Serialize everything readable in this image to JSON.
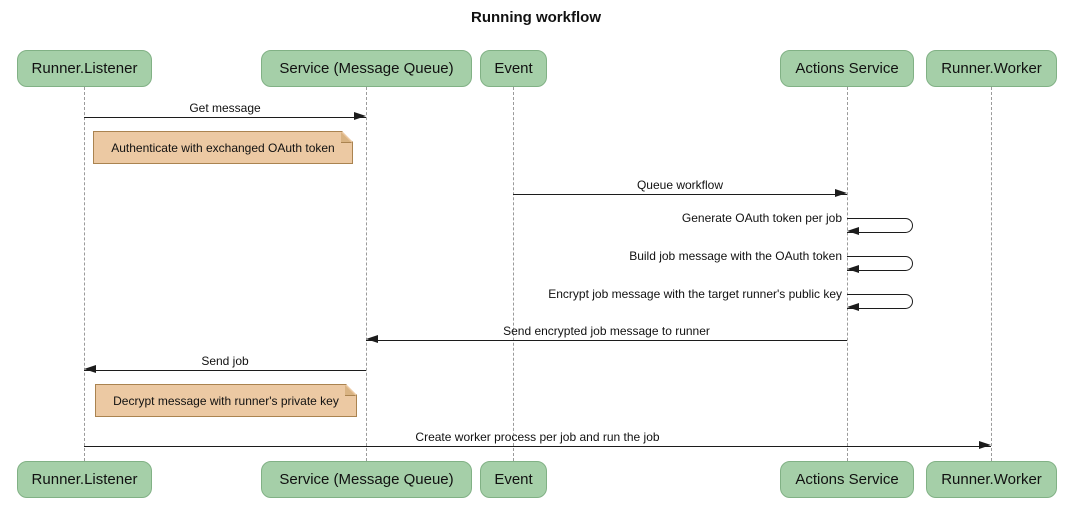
{
  "title": "Running workflow",
  "participants": [
    {
      "label": "Runner.Listener"
    },
    {
      "label": "Service (Message Queue)"
    },
    {
      "label": "Event"
    },
    {
      "label": "Actions Service"
    },
    {
      "label": "Runner.Worker"
    }
  ],
  "messages": [
    {
      "from": "Runner.Listener",
      "to": "Service (Message Queue)",
      "label": "Get message",
      "kind": "solid-arrow-right"
    },
    {
      "from": "Event",
      "to": "Actions Service",
      "label": "Queue workflow",
      "kind": "solid-arrow-right"
    },
    {
      "from": "Actions Service",
      "to": "Actions Service",
      "label": "Generate OAuth token per job",
      "kind": "self-loop"
    },
    {
      "from": "Actions Service",
      "to": "Actions Service",
      "label": "Build job message with the OAuth token",
      "kind": "self-loop"
    },
    {
      "from": "Actions Service",
      "to": "Actions Service",
      "label": "Encrypt job message with the target runner's public key",
      "kind": "self-loop"
    },
    {
      "from": "Actions Service",
      "to": "Service (Message Queue)",
      "label": "Send encrypted job message to runner",
      "kind": "solid-arrow-left"
    },
    {
      "from": "Service (Message Queue)",
      "to": "Runner.Listener",
      "label": "Send job",
      "kind": "solid-arrow-left"
    },
    {
      "from": "Runner.Listener",
      "to": "Runner.Worker",
      "label": "Create worker process per job and run the job",
      "kind": "solid-arrow-right"
    }
  ],
  "notes": [
    {
      "text": "Authenticate with exchanged OAuth token",
      "position": "right of Runner.Listener"
    },
    {
      "text": "Decrypt message with runner's private key",
      "position": "right of Runner.Listener"
    }
  ],
  "colors": {
    "actor_fill": "#a5cfa8",
    "actor_border": "#81b185",
    "note_fill": "#ecc9a3",
    "note_border": "#aa8350",
    "note_fold": "#d9b382",
    "line": "#1c1c1c",
    "lifeline": "#9b9b9b",
    "text": "#111111",
    "background": "#ffffff"
  }
}
